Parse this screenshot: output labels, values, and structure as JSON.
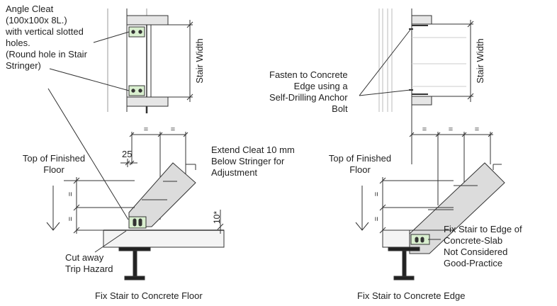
{
  "left_detail": {
    "angle_cleat_note": [
      "Angle Cleat",
      "(100x100x 8L.)",
      "with vertical slotted",
      "holes.",
      "(Round hole in Stair",
      "Stringer)"
    ],
    "stair_width_label": "Stair Width",
    "dim_equal_top": [
      "=",
      "="
    ],
    "dim_25": "25",
    "extend_cleat_note": [
      "Extend Cleat 10 mm",
      "Below Stringer for",
      "Adjustment"
    ],
    "top_finished_floor": [
      "Top of Finished",
      "Floor"
    ],
    "dim_equal_side": [
      "=",
      "="
    ],
    "dim_10_star": "10*",
    "cut_away_note": [
      "Cut away",
      "Trip Hazard"
    ],
    "caption": "Fix Stair to Concrete Floor"
  },
  "right_detail": {
    "fasten_note": [
      "Fasten to Concrete",
      "Edge using a",
      "Self-Drilling Anchor",
      "Bolt"
    ],
    "stair_width_label": "Stair Width",
    "dim_equal_top": [
      "=",
      "=",
      "="
    ],
    "top_finished_floor": [
      "Top of Finished",
      "Floor"
    ],
    "dim_equal_side": [
      "=",
      "="
    ],
    "fix_edge_note": [
      "Fix Stair to Edge of",
      "Concrete-Slab",
      "Not Considered",
      "Good-Practice"
    ],
    "caption": "Fix Stair to Concrete Edge"
  },
  "colors": {
    "line": "#333333",
    "stringer_fill": "#dcdcdc",
    "slab_fill": "#f4f4f4",
    "cleat_fill": "#d9efcf",
    "steel_fill": "#222222"
  }
}
